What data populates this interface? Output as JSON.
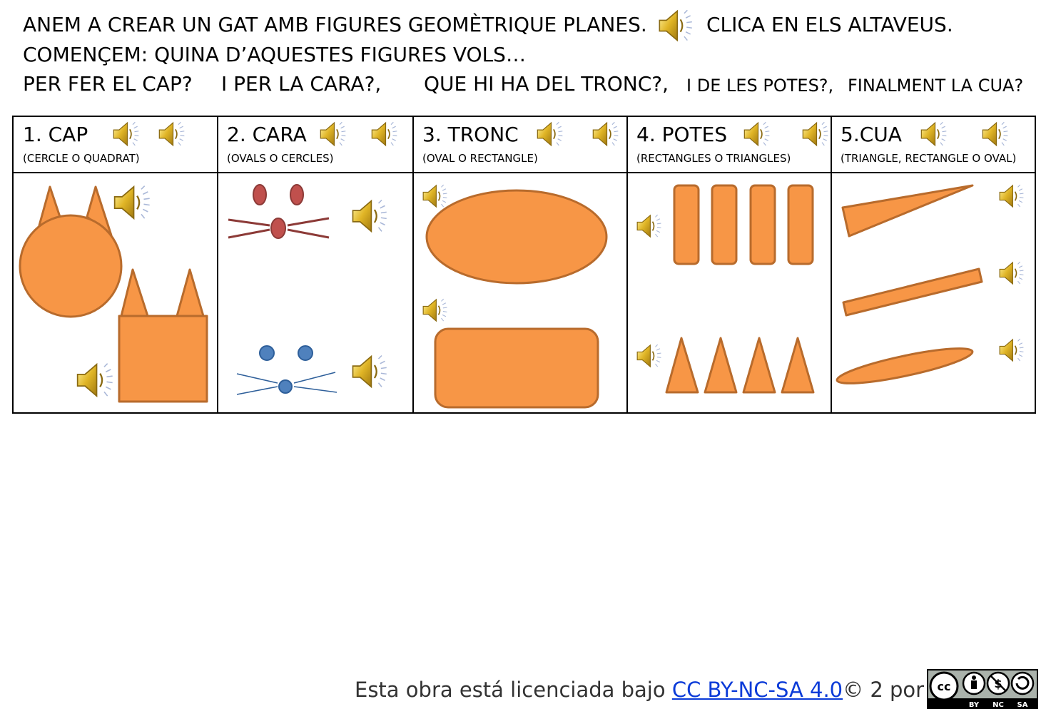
{
  "header": {
    "line1": "ANEM A CREAR UN GAT AMB FIGURES GEOMÈTRIQUE PLANES.",
    "line1b": "CLICA EN ELS ALTAVEUS.",
    "line2": "COMENÇEM: QUINA D’AQUESTES FIGURES VOLS…",
    "q1": "PER FER EL CAP?",
    "q2": "I PER LA CARA?,",
    "q3": "QUE HI HA DEL TRONC?,",
    "q4": "I DE LES POTES?,",
    "q5": "FINALMENT LA CUA?"
  },
  "columns": [
    {
      "title": "1.   CAP",
      "subtitle": "(CERCLE O QUADRAT)"
    },
    {
      "title": "2. CARA",
      "subtitle": "(OVALS O CERCLES)"
    },
    {
      "title": "3. TRONC",
      "subtitle": "(OVAL O RECTANGLE)"
    },
    {
      "title": "4. POTES",
      "subtitle": "(RECTANGLES O TRIANGLES)"
    },
    {
      "title": "5.CUA",
      "subtitle": "(TRIANGLE, RECTANGLE O OVAL)"
    }
  ],
  "footer": {
    "text": "Esta obra está licenciada bajo ",
    "link": "CC BY-NC-SA 4.0",
    "suffix": "© 2 por O",
    "badge": {
      "cc": "cc",
      "by": "BY",
      "nc": "NC",
      "sa": "SA"
    }
  },
  "colors": {
    "shape_fill": "#f79646",
    "shape_stroke": "#b86b2c",
    "red_face": "#c0504d",
    "red_stroke": "#8c3a37",
    "blue_face": "#4f81bd",
    "blue_stroke": "#2e5f9a"
  },
  "icons": {
    "speaker": "speaker-icon"
  }
}
